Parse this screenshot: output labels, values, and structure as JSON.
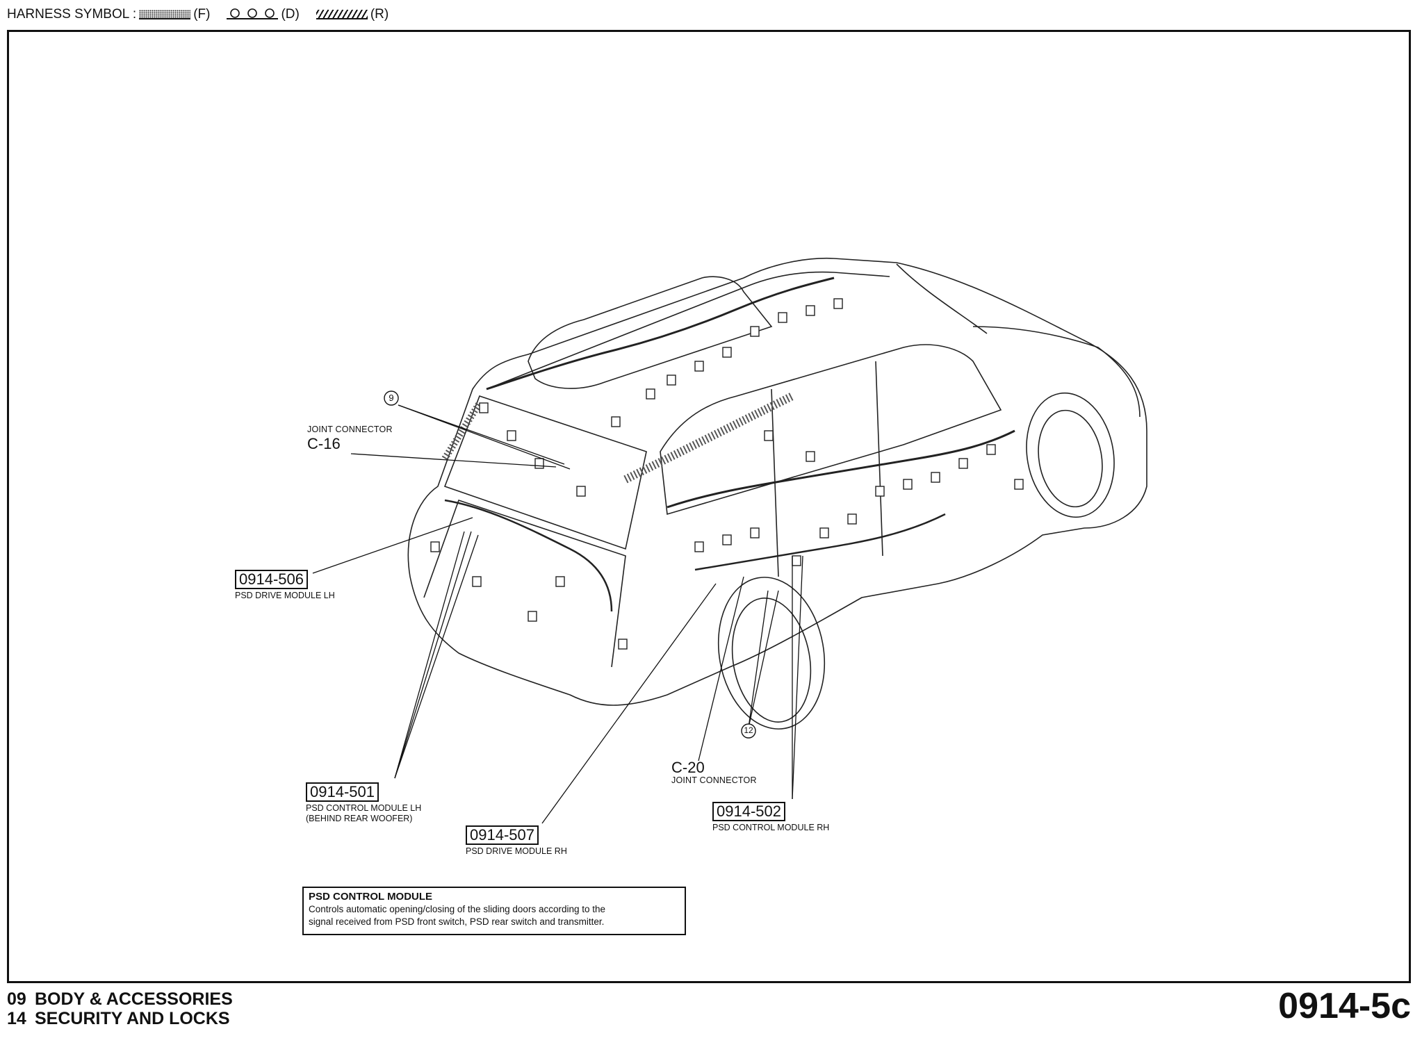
{
  "legend": {
    "label": "HARNESS SYMBOL :",
    "front_code": "(F)",
    "dash_code": "(D)",
    "rear_code": "(R)"
  },
  "callouts": {
    "c16_caption": "JOINT CONNECTOR",
    "c16_id": "C-16",
    "num9": "9",
    "num12": "12",
    "c20_id": "C-20",
    "c20_caption": "JOINT CONNECTOR"
  },
  "parts": [
    {
      "id": "0914-506",
      "label": "PSD DRIVE MODULE LH"
    },
    {
      "id": "0914-501",
      "label": "PSD CONTROL MODULE LH",
      "label2": "(BEHIND REAR WOOFER)"
    },
    {
      "id": "0914-507",
      "label": "PSD DRIVE MODULE RH"
    },
    {
      "id": "0914-502",
      "label": "PSD CONTROL MODULE RH"
    }
  ],
  "info": {
    "title": "PSD CONTROL MODULE",
    "line1": "Controls automatic opening/closing of the sliding doors according to the",
    "line2": "signal received from PSD front switch, PSD rear switch and transmitter."
  },
  "footer": {
    "line1_num": "09",
    "line1_text": "BODY & ACCESSORIES",
    "line2_num": "14",
    "line2_text": "SECURITY AND LOCKS",
    "page_code": "0914-5c"
  }
}
